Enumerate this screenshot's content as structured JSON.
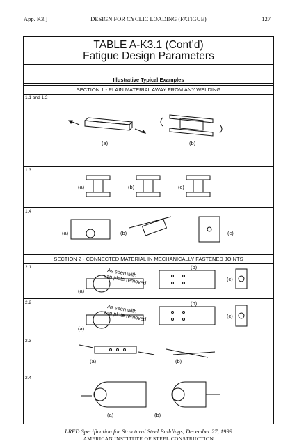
{
  "header": {
    "left": "App. K3.]",
    "center": "DESIGN FOR CYCLIC LOADING (FATIGUE)",
    "page": "127"
  },
  "table": {
    "title_line1": "TABLE A-K3.1 (Cont’d)",
    "title_line2": "Fatigue Design Parameters",
    "subtitle": "Illustrative Typical Examples",
    "section1": "SECTION 1 - PLAIN MATERIAL AWAY FROM ANY WELDING",
    "section2": "SECTION 2 - CONNECTED MATERIAL IN MECHANICALLY FASTENED JOINTS",
    "rows": {
      "r1": "1.1 and 1.2",
      "r2": "1.3",
      "r3": "1.4",
      "r4": "2.1",
      "r5": "2.2",
      "r6": "2.3",
      "r7": "2.4"
    },
    "labels": {
      "a": "(a)",
      "b": "(b)",
      "c": "(c)"
    },
    "note_line1": "As seen with",
    "note_line2": "cap plate removed"
  },
  "footer": {
    "line1": "LRFD Specification for Structural Steel Buildings, December 27, 1999",
    "line2": "AMERICAN INSTITUTE OF STEEL CONSTRUCTION"
  }
}
